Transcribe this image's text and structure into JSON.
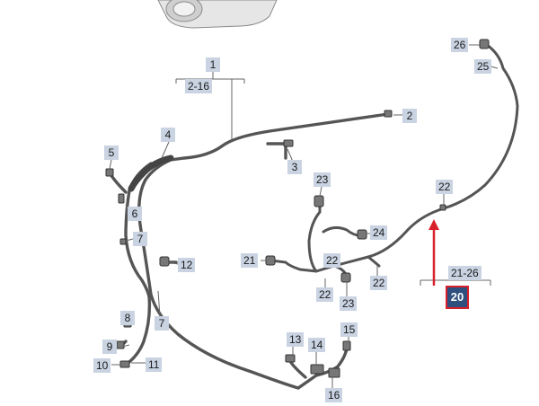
{
  "diagram": {
    "callouts": {
      "c1": "1",
      "c2_16": "2-16",
      "c2": "2",
      "c3": "3",
      "c4": "4",
      "c5": "5",
      "c6": "6",
      "c7a": "7",
      "c7b": "7",
      "c8": "8",
      "c9": "9",
      "c10": "10",
      "c11": "11",
      "c12": "12",
      "c13": "13",
      "c14": "14",
      "c15": "15",
      "c16": "16",
      "c20": "20",
      "c21": "21",
      "c21_26": "21-26",
      "c22a": "22",
      "c22b": "22",
      "c22c": "22",
      "c22d": "22",
      "c23a": "23",
      "c23b": "23",
      "c24": "24",
      "c25": "25",
      "c26": "26"
    },
    "colors": {
      "highlight_fill": "#2f4f7f",
      "highlight_border": "#d8202a",
      "arrow": "#d8202a",
      "callout_bg": "#c9d3e2",
      "wire": "#555555"
    },
    "icons": [
      "car-silhouette",
      "wiring-harness",
      "connector",
      "arrow-up"
    ]
  }
}
